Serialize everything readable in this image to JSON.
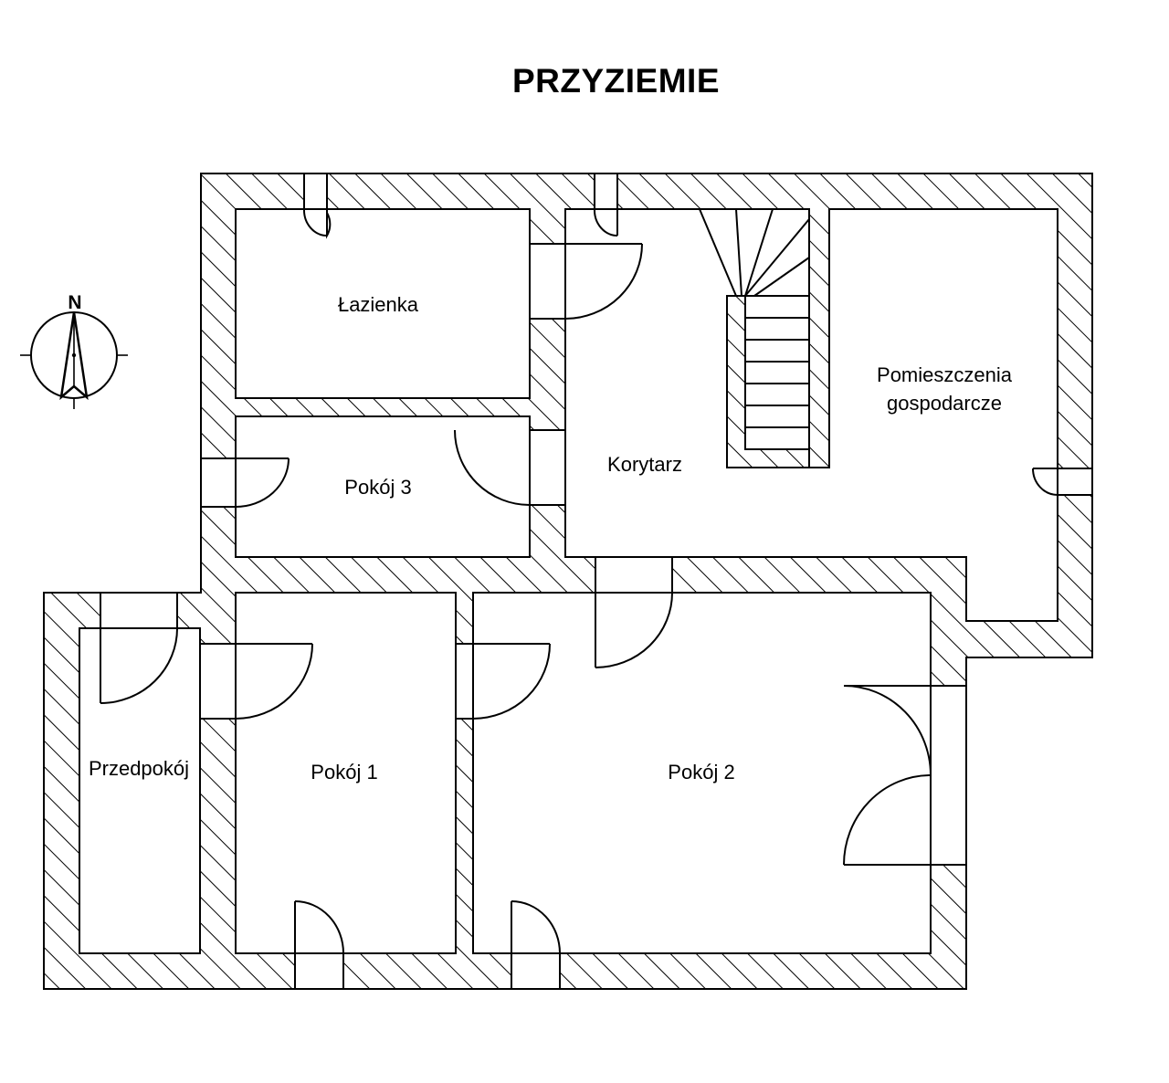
{
  "plan": {
    "title": "PRZYZIEMIE",
    "compass_label": "N",
    "rooms": {
      "lazienka": "Łazienka",
      "pokoj3": "Pokój 3",
      "korytarz": "Korytarz",
      "gospodarcze_line1": "Pomieszczenia",
      "gospodarcze_line2": "gospodarcze",
      "przedpokoj": "Przedpokój",
      "pokoj1": "Pokój 1",
      "pokoj2": "Pokój 2"
    }
  }
}
